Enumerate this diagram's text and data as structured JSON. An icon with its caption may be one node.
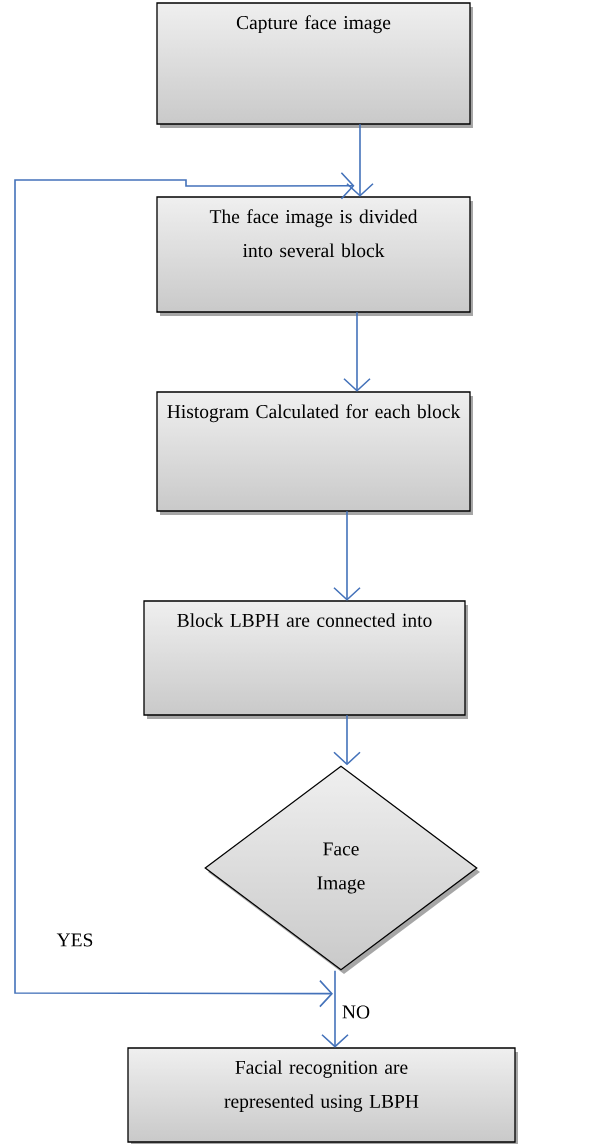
{
  "diagram": {
    "nodes": [
      {
        "text": [
          "Capture face image"
        ]
      },
      {
        "text": [
          "The face image is divided into several block"
        ]
      },
      {
        "text": [
          "Histogram Calculated for each block"
        ]
      },
      {
        "text": [
          "Block LBPH are connected into"
        ]
      },
      {
        "text": [
          "Face Image"
        ]
      },
      {
        "text": [
          "Facial recognition are represented using LBPH"
        ]
      }
    ],
    "edges": [
      {
        "from": 0,
        "to": 1,
        "arrow": "to"
      },
      {
        "from": 1,
        "to": 2,
        "arrow": "to"
      },
      {
        "from": 2,
        "to": 3,
        "arrow": "to"
      },
      {
        "from": 3,
        "to": 4,
        "arrow": "to"
      },
      {
        "from": 4,
        "to": 5,
        "arrow": "to",
        "label": "NO"
      },
      {
        "from": 4,
        "to": 1,
        "arrow": "both",
        "label": "YES"
      }
    ]
  }
}
